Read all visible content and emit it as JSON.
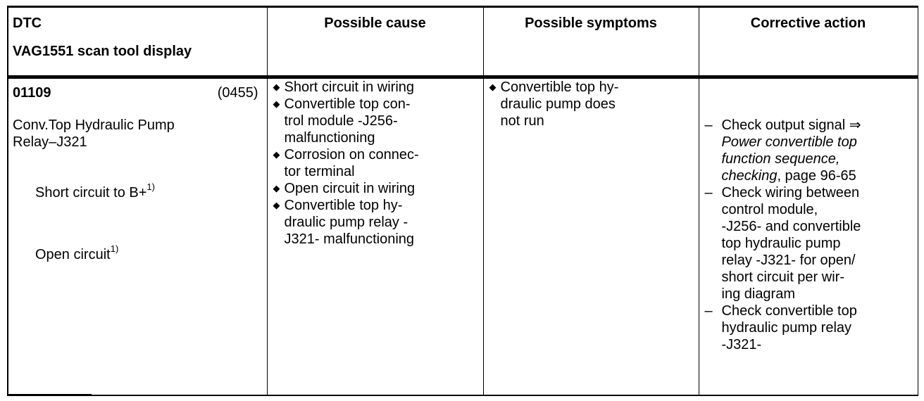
{
  "header": {
    "col1_line1": "DTC",
    "col1_line2": "VAG1551 scan tool display",
    "col2": "Possible cause",
    "col3": "Possible symptoms",
    "col4": "Corrective action"
  },
  "row": {
    "code": "01109",
    "alt_code": "(0455)",
    "component_line1": "Conv.Top Hydraulic Pump",
    "component_line2": "Relay–J321",
    "condition1": "Short circuit to B+",
    "condition1_note": "1)",
    "condition2": "Open circuit",
    "condition2_note": "1)",
    "bullet_marker": "◆",
    "causes_a": [
      "Short circuit in wiring",
      "Convertible top con-\ntrol module -J256-\nmalfunctioning"
    ],
    "causes_b": [
      "Corrosion on connec-\ntor terminal",
      "Open circuit in wiring",
      "Convertible top hy-\ndraulic pump relay -\nJ321- malfunctioning"
    ],
    "symptoms": [
      "Convertible top hy-\ndraulic pump does\nnot run"
    ],
    "action_marker": "–",
    "actions": {
      "a1_pre": "Check output signal ⇒",
      "a1_link": "Power convertible top\nfunction sequence,\nchecking",
      "a1_post": ", page 96-65",
      "a2": "Check wiring between\ncontrol module,\n-J256- and convertible\ntop hydraulic pump\nrelay -J321- for open/\nshort circuit per wir-\ning diagram",
      "a3": "Check convertible top\nhydraulic pump relay\n-J321-"
    }
  }
}
